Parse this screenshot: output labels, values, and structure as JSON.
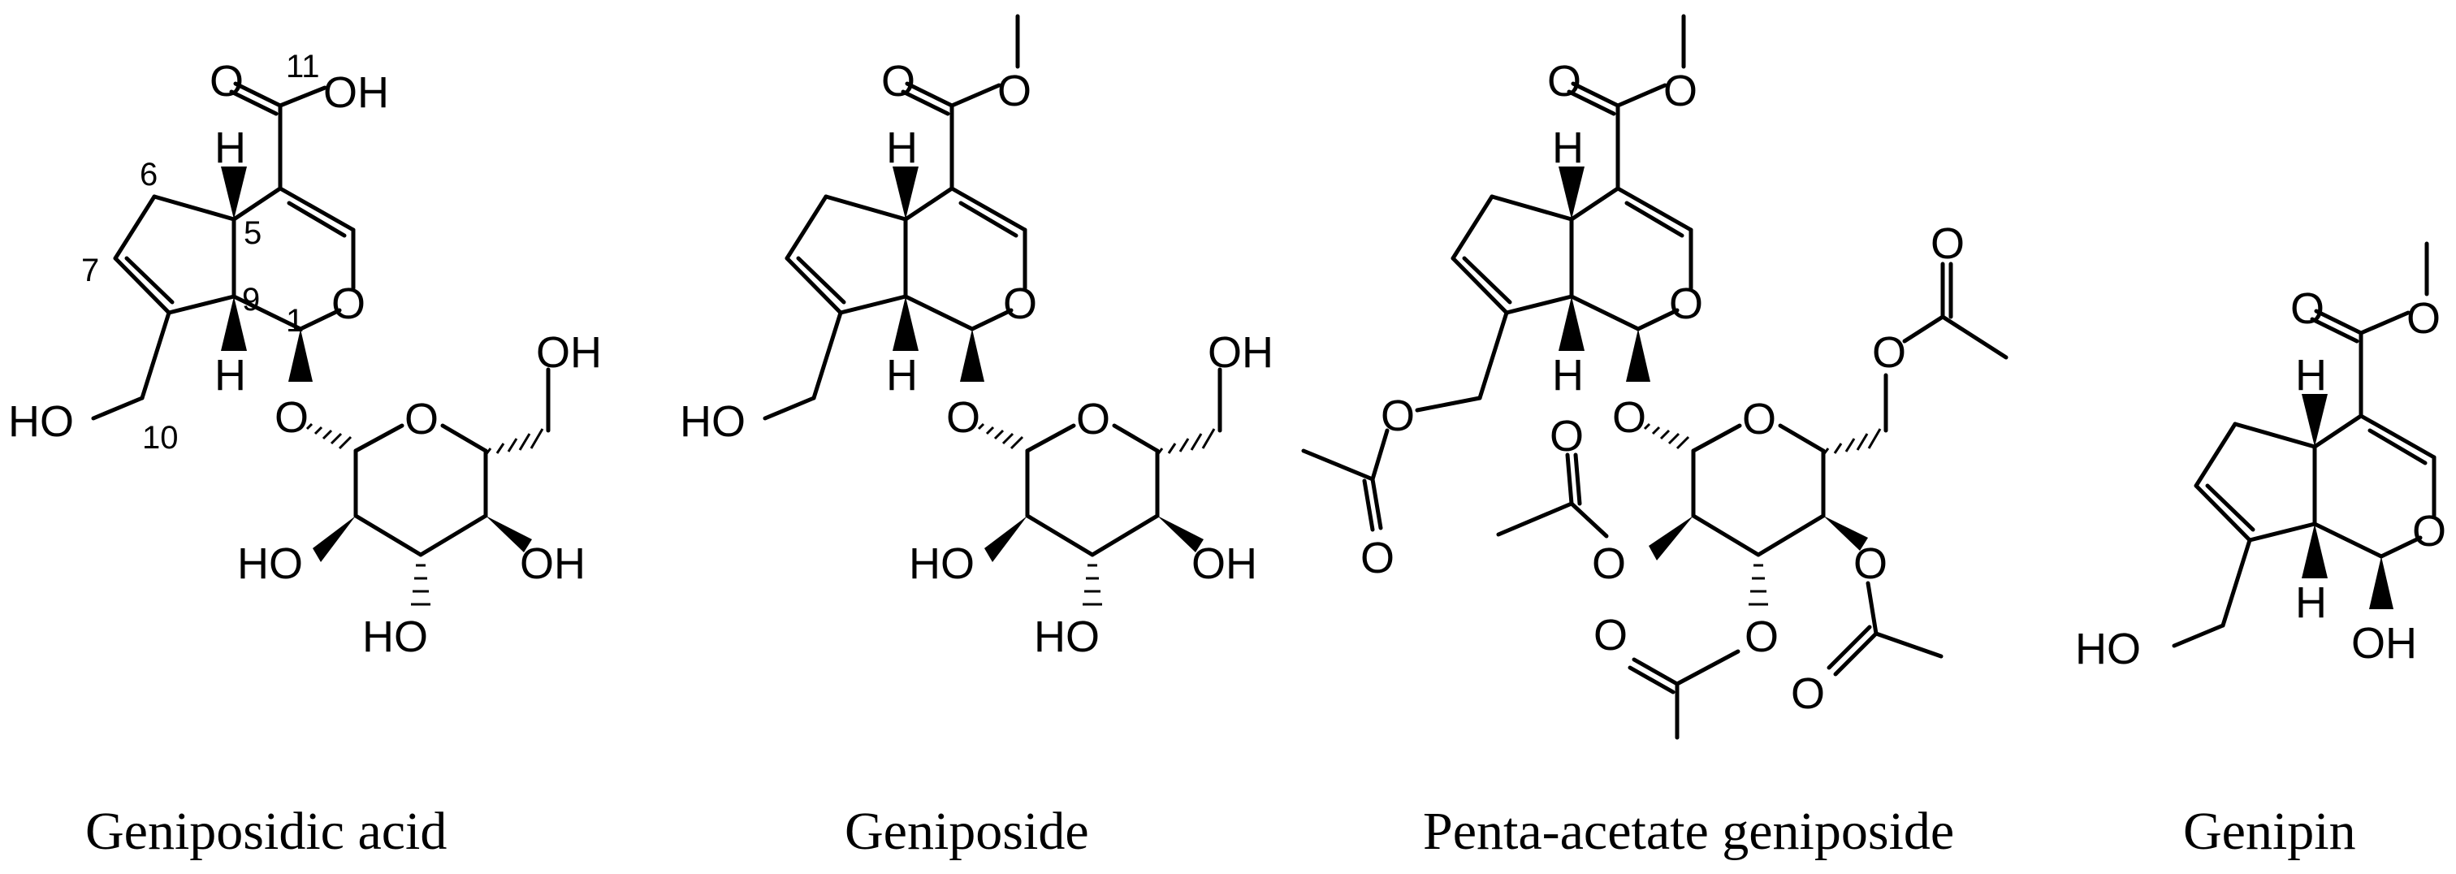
{
  "compounds": [
    {
      "name": "Geniposidic acid",
      "labels": {
        "carbonyl_o": "O",
        "acid_oh": "OH",
        "ring_o": "O",
        "h5": "H",
        "h9": "H",
        "glyco_o": "O",
        "sugar_ring_o": "O",
        "ch2oh": "OH",
        "sugar_oh_left": "HO",
        "sugar_oh_bottom": "HO",
        "sugar_oh_right": "OH",
        "ho_10": "HO"
      },
      "numbers": {
        "n11": "11",
        "n6": "6",
        "n7": "7",
        "n5": "5",
        "n9": "9",
        "n1": "1",
        "n10": "10"
      }
    },
    {
      "name": "Geniposide",
      "labels": {
        "carbonyl_o": "O",
        "ester_o": "O",
        "ring_o": "O",
        "h5": "H",
        "h9": "H",
        "glyco_o": "O",
        "sugar_ring_o": "O",
        "ch2oh": "OH",
        "sugar_oh_left": "HO",
        "sugar_oh_bottom": "HO",
        "sugar_oh_right": "OH",
        "ho_10": "HO"
      }
    },
    {
      "name": "Penta-acetate geniposide",
      "labels": {
        "carbonyl_o": "O",
        "ester_o": "O",
        "ring_o": "O",
        "h5": "H",
        "h9": "H",
        "glyco_o": "O",
        "sugar_ring_o": "O",
        "ch2o": "O",
        "ac6_o": "O",
        "ac10_ester_o": "O",
        "ac10_carbonyl_o": "O",
        "ac2_ester_o": "O",
        "ac2_carbonyl_o": "O",
        "ac4_ester_o": "O",
        "ac4_carbonyl_o": "O",
        "ac3_ester_o": "O",
        "ac3_carbonyl_o": "O"
      }
    },
    {
      "name": "Genipin",
      "labels": {
        "carbonyl_o": "O",
        "ester_o": "O",
        "ring_o": "O",
        "h5": "H",
        "h9": "H",
        "oh_1": "OH",
        "ho_10": "HO"
      }
    }
  ]
}
